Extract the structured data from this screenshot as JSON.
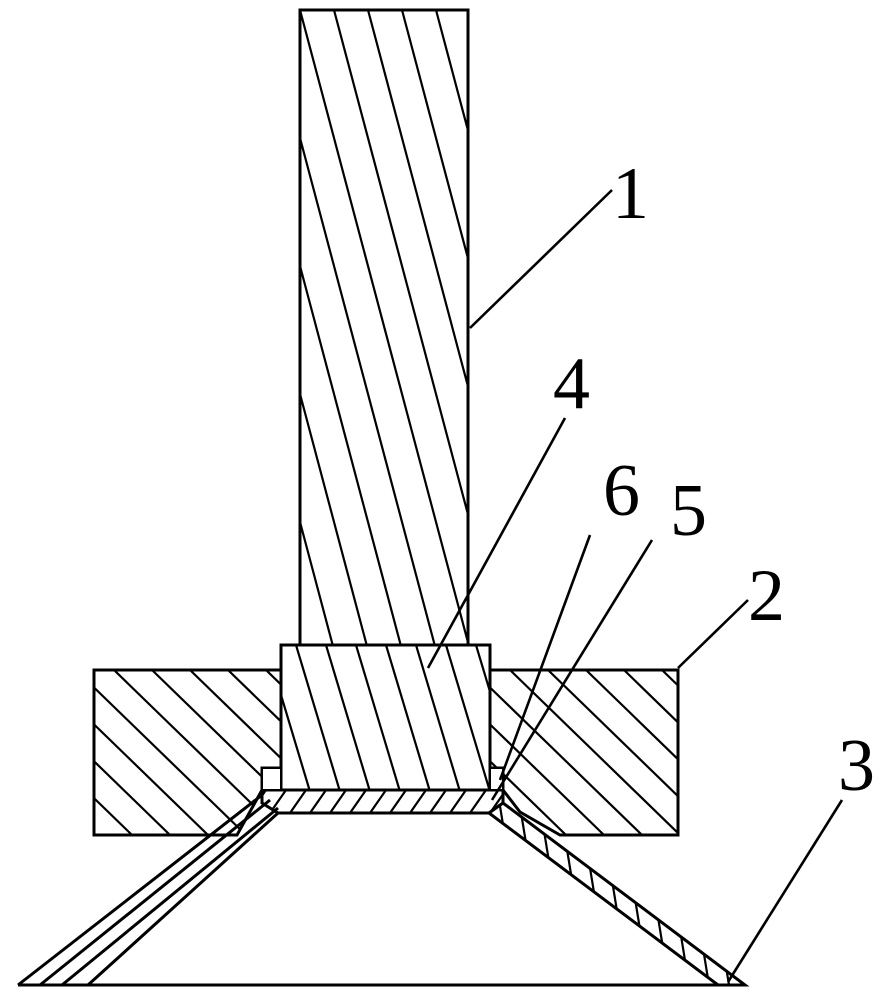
{
  "labels": {
    "part_1": "1",
    "part_2": "2",
    "part_3": "3",
    "part_4": "4",
    "part_5": "5",
    "part_6": "6"
  },
  "colors": {
    "line": "#000000",
    "background": "#ffffff"
  }
}
